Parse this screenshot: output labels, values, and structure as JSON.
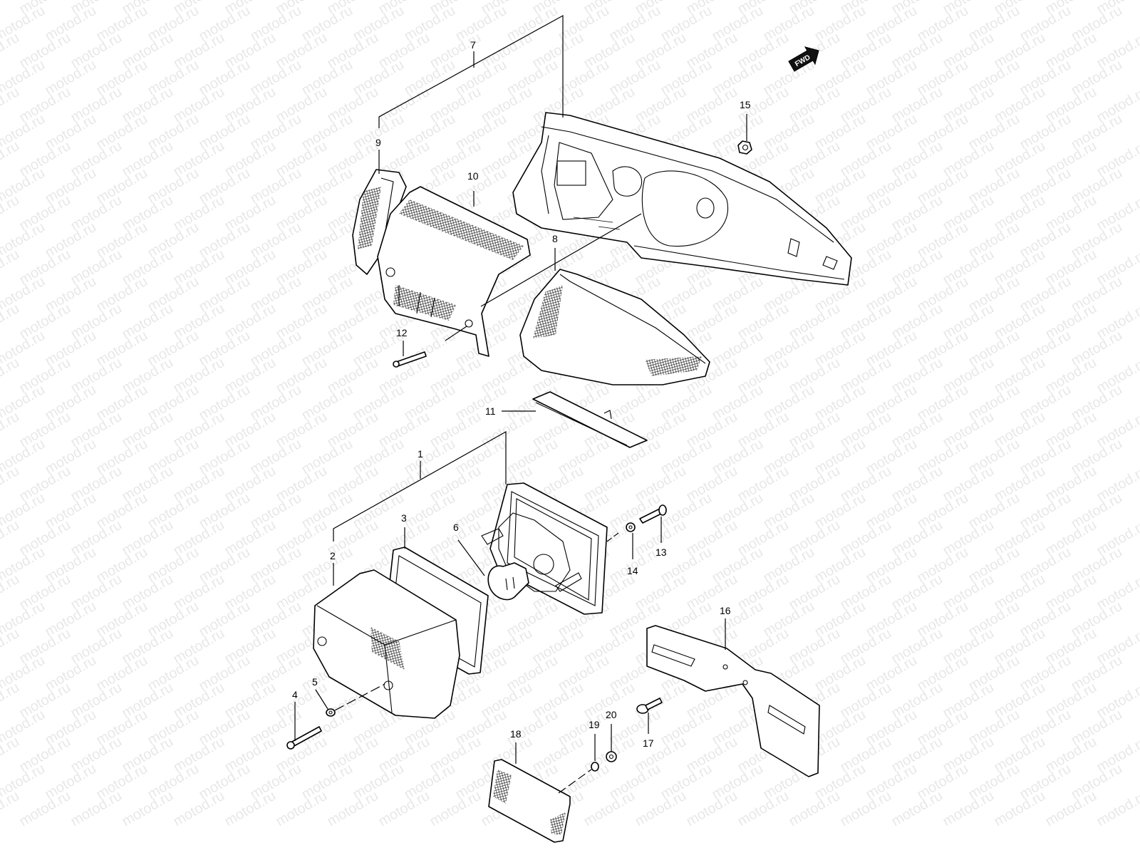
{
  "watermark": "motod.ru",
  "direction_badge": "FWD",
  "callouts": [
    {
      "id": "1",
      "label": "1"
    },
    {
      "id": "2",
      "label": "2"
    },
    {
      "id": "3",
      "label": "3"
    },
    {
      "id": "4",
      "label": "4"
    },
    {
      "id": "5",
      "label": "5"
    },
    {
      "id": "6",
      "label": "6"
    },
    {
      "id": "7",
      "label": "7"
    },
    {
      "id": "8",
      "label": "8"
    },
    {
      "id": "9",
      "label": "9"
    },
    {
      "id": "10",
      "label": "10"
    },
    {
      "id": "11",
      "label": "11"
    },
    {
      "id": "12",
      "label": "12"
    },
    {
      "id": "13",
      "label": "13"
    },
    {
      "id": "14",
      "label": "14"
    },
    {
      "id": "15",
      "label": "15"
    },
    {
      "id": "16",
      "label": "16"
    },
    {
      "id": "17",
      "label": "17"
    },
    {
      "id": "18",
      "label": "18"
    },
    {
      "id": "19",
      "label": "19"
    },
    {
      "id": "20",
      "label": "20"
    }
  ]
}
